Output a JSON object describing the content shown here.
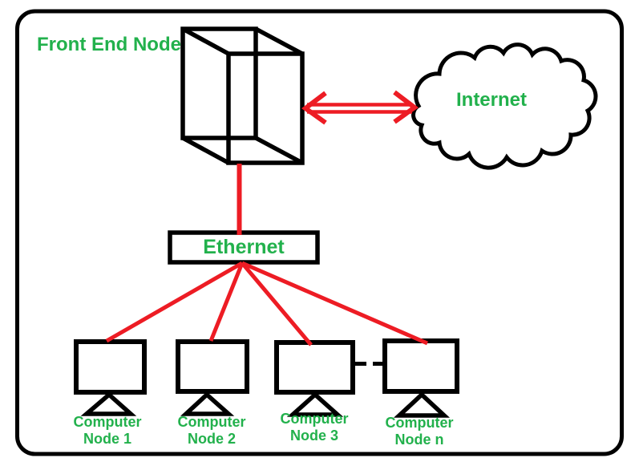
{
  "labels": {
    "front_end_node": "Front End Node",
    "internet": "Internet",
    "ethernet": "Ethernet"
  },
  "nodes": [
    {
      "line1": "Computer",
      "line2": "Node 1"
    },
    {
      "line1": "Computer",
      "line2": "Node 2"
    },
    {
      "line1": "Computer",
      "line2": "Node 3"
    },
    {
      "line1": "Computer",
      "line2": "Node n"
    }
  ],
  "icons": {
    "front_end_node": "server-cube-icon",
    "internet": "cloud-icon",
    "internet_link": "double-headed-arrow-icon",
    "computer_node": "monitor-icon",
    "continuation": "dashed-ellipsis-line"
  },
  "colors": {
    "label_green": "#22B14C",
    "connection_red": "#ED1C24",
    "outline_black": "#000000",
    "background": "#FFFFFF"
  }
}
